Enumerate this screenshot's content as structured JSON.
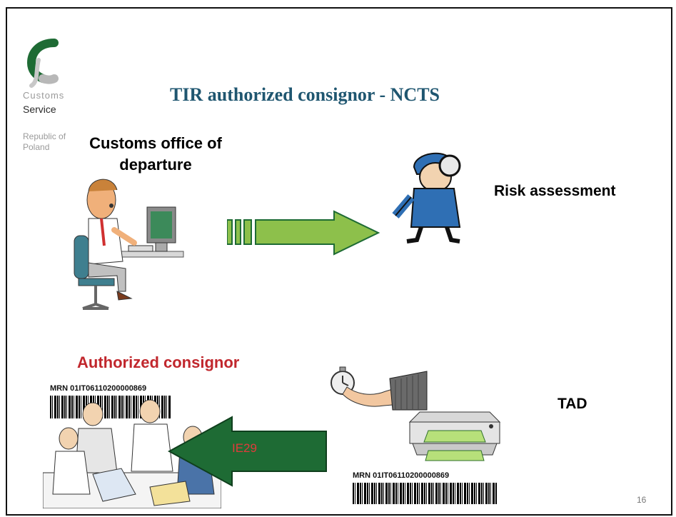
{
  "logo": {
    "customs": "Customs",
    "service": "Service",
    "republic": "Republic of Poland"
  },
  "title": "TIR authorized consignor - NCTS",
  "labels": {
    "customs_office": "Customs office of departure",
    "risk_assessment": "Risk assessment",
    "authorized_consignor": "Authorized consignor",
    "tad": "TAD",
    "ie29": "IE29"
  },
  "mrn_top": "MRN  01IT06110200000869",
  "mrn_bottom": "MRN  01IT06110200000869",
  "page_number": "16",
  "colors": {
    "title": "#1f5670",
    "authorized": "#c1272d",
    "arrow_light_green": "#8dc04b",
    "arrow_dark_green": "#1e6b34",
    "logo_green": "#1e6b34"
  },
  "icons": [
    "customs-logo-icon",
    "office-worker-icon",
    "inspector-icon",
    "right-arrow-icon",
    "team-meeting-icon",
    "left-arrow-icon",
    "stopwatch-hand-icon",
    "printer-icon",
    "barcode-icon"
  ]
}
